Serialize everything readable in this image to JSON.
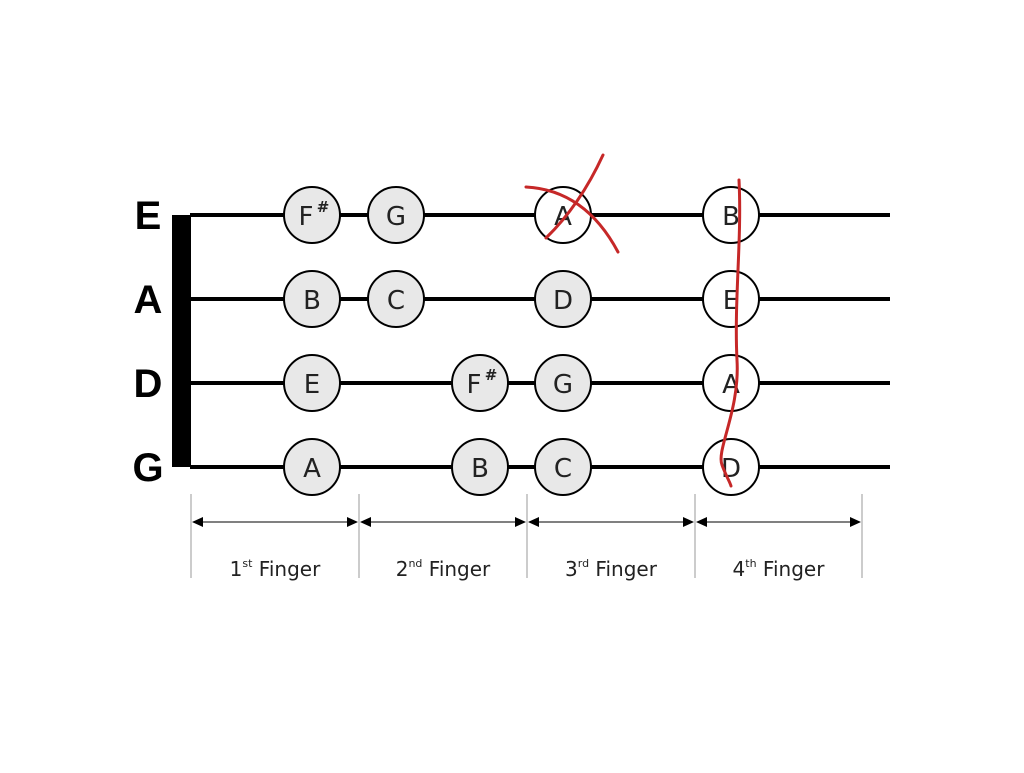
{
  "strings": [
    {
      "label": "E",
      "notes": [
        {
          "name": "F",
          "accidental": "#",
          "slot": 1,
          "filled": true
        },
        {
          "name": "G",
          "accidental": "",
          "slot": 1.5,
          "filled": true
        },
        {
          "name": "A",
          "accidental": "",
          "slot": 3,
          "filled": false,
          "crossed": true
        },
        {
          "name": "B",
          "accidental": "",
          "slot": 4,
          "filled": false
        }
      ]
    },
    {
      "label": "A",
      "notes": [
        {
          "name": "B",
          "accidental": "",
          "slot": 1,
          "filled": true
        },
        {
          "name": "C",
          "accidental": "",
          "slot": 1.5,
          "filled": true
        },
        {
          "name": "D",
          "accidental": "",
          "slot": 3,
          "filled": true
        },
        {
          "name": "E",
          "accidental": "",
          "slot": 4,
          "filled": false
        }
      ]
    },
    {
      "label": "D",
      "notes": [
        {
          "name": "E",
          "accidental": "",
          "slot": 1,
          "filled": true
        },
        {
          "name": "F",
          "accidental": "#",
          "slot": 2.5,
          "filled": true
        },
        {
          "name": "G",
          "accidental": "",
          "slot": 3,
          "filled": true
        },
        {
          "name": "A",
          "accidental": "",
          "slot": 4,
          "filled": false
        }
      ]
    },
    {
      "label": "G",
      "notes": [
        {
          "name": "A",
          "accidental": "",
          "slot": 1,
          "filled": true
        },
        {
          "name": "B",
          "accidental": "",
          "slot": 2.5,
          "filled": true
        },
        {
          "name": "C",
          "accidental": "",
          "slot": 3,
          "filled": true
        },
        {
          "name": "D",
          "accidental": "",
          "slot": 4,
          "filled": false
        }
      ]
    }
  ],
  "fingers": [
    {
      "number": "1",
      "suffix": "st",
      "word": "Finger"
    },
    {
      "number": "2",
      "suffix": "nd",
      "word": "Finger"
    },
    {
      "number": "3",
      "suffix": "rd",
      "word": "Finger"
    },
    {
      "number": "4",
      "suffix": "th",
      "word": "Finger"
    }
  ],
  "colors": {
    "ink": "#000000",
    "note_fill": "#e8e8e8",
    "note_open": "#ffffff",
    "annotation": "#c62828",
    "guide": "#999999"
  }
}
